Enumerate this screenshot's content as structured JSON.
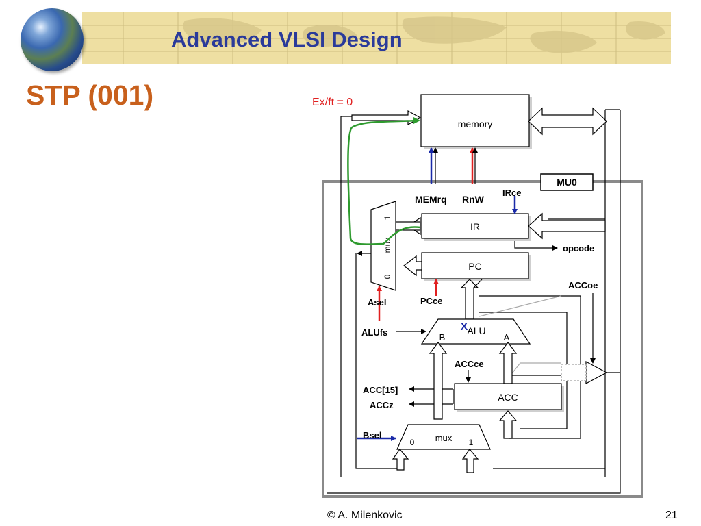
{
  "header": {
    "course_title": "Advanced VLSI Design",
    "globe_icon": "globe-icon"
  },
  "slide": {
    "title": "STP (001)"
  },
  "diagram": {
    "state_label": "Ex/ft = 0",
    "mu0_label": "MU0",
    "blocks": {
      "memory": "memory",
      "ir": "IR",
      "pc": "PC",
      "alu": "ALU",
      "acc": "ACC",
      "a_mux": "mux",
      "b_mux": "mux"
    },
    "port_labels": {
      "alu_b": "B",
      "alu_a": "A",
      "a_mux_one": "1",
      "a_mux_zero": "0",
      "b_mux_zero": "0",
      "b_mux_one": "1"
    },
    "signals": {
      "memrq": "MEMrq",
      "rnw": "RnW",
      "irce": "IRce",
      "opcode": "opcode",
      "accoe": "ACCoe",
      "asel": "Asel",
      "pcce": "PCce",
      "alufs": "ALUfs",
      "accce": "ACCce",
      "acc15": "ACC[15]",
      "accz": "ACCz",
      "bsel": "Bsel"
    },
    "x_mark": "X",
    "colors": {
      "active_red": "#e02020",
      "active_blue": "#1a2aa8",
      "path_green": "#2e9a2e",
      "mu0_border": "#8a8a8a",
      "state_text": "#e02020",
      "title_orange": "#c8601c",
      "header_blue": "#2a3a9a"
    }
  },
  "footer": {
    "author": "© A. Milenkovic",
    "page_number": "21"
  }
}
